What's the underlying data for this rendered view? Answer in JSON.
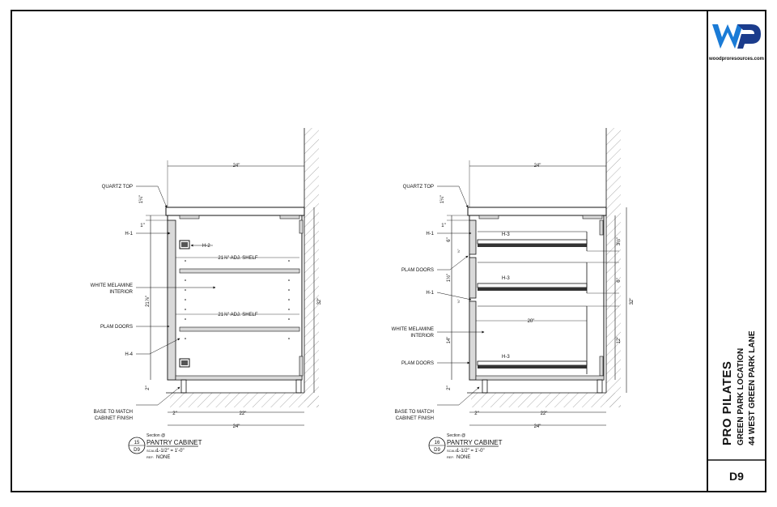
{
  "brand": {
    "logo_letters": "WP",
    "website": "woodproresources.com"
  },
  "project": {
    "name": "PRO PILATES",
    "location": "GREEN PARK LOCATION",
    "address": "44 WEST GREEN PARK LANE"
  },
  "sheet": {
    "number": "D9"
  },
  "colors": {
    "logo_primary": "#1a7bd6",
    "logo_secondary": "#1b3c8c",
    "ink": "#111111",
    "hatch": "#9a9a9a",
    "fill_gray": "#d9d9d9"
  },
  "details": [
    {
      "section_prefix": "Section @",
      "title": "PANTRY CABINET",
      "bubble_top": "15",
      "bubble_bottom": "D9",
      "scale_label": "SCALE",
      "scale_value": "1-1/2\" = 1'-0\"",
      "ref_label": "REF:",
      "ref_value": "NONE",
      "labels": {
        "quartz_top": "QUARTZ TOP",
        "h1": "H-1",
        "h2": "H-2",
        "white_melamine": "WHITE MELAMINE",
        "interior": "INTERIOR",
        "plam_doors": "PLAM DOORS",
        "h4": "H-4",
        "base_to_match": "BASE TO MATCH",
        "cabinet_finish": "CABINET FINISH",
        "adj_shelf_1": "21⅞\" ADJ. SHELF",
        "adj_shelf_2": "21⅞\" ADJ. SHELF"
      },
      "dims": {
        "top_width": "24\"",
        "bottom_width": "24\"",
        "toe_kick": "2\"",
        "base_depth": "22\"",
        "height": "32\"",
        "top_thickness": "1¼\"",
        "inch_1": "1\"",
        "interior_height": "21⅞\"",
        "base_height": "2\""
      }
    },
    {
      "section_prefix": "Section @",
      "title": "PANTRY CABINET",
      "bubble_top": "16",
      "bubble_bottom": "D9",
      "scale_label": "SCALE",
      "scale_value": "1-1/2\" = 1'-0\"",
      "ref_label": "REF:",
      "ref_value": "NONE",
      "labels": {
        "quartz_top": "QUARTZ TOP",
        "h1_a": "H-1",
        "h1_b": "H-1",
        "h3_a": "H-3",
        "h3_b": "H-3",
        "h3_c": "H-3",
        "plam_doors_a": "PLAM DOORS",
        "plam_doors_b": "PLAM DOORS",
        "white_melamine": "WHITE MELAMINE",
        "interior": "INTERIOR",
        "base_to_match": "BASE TO MATCH",
        "cabinet_finish": "CABINET FINISH"
      },
      "dims": {
        "top_width": "24\"",
        "bottom_width": "24\"",
        "toe_kick": "2\"",
        "base_depth": "22\"",
        "height": "32\"",
        "top_thickness": "1¼\"",
        "inch_1": "1\"",
        "drawer_1": "3½\"",
        "drawer_2": "6\"",
        "drawer_3": "12\"",
        "gap_a": "6\"",
        "gap_b": "1½\"",
        "door_low": "14\"",
        "drawer_depth": "20\"",
        "base_height": "2\"",
        "gap_small_a": "⅛\"",
        "gap_small_b": "⅛\""
      }
    }
  ]
}
